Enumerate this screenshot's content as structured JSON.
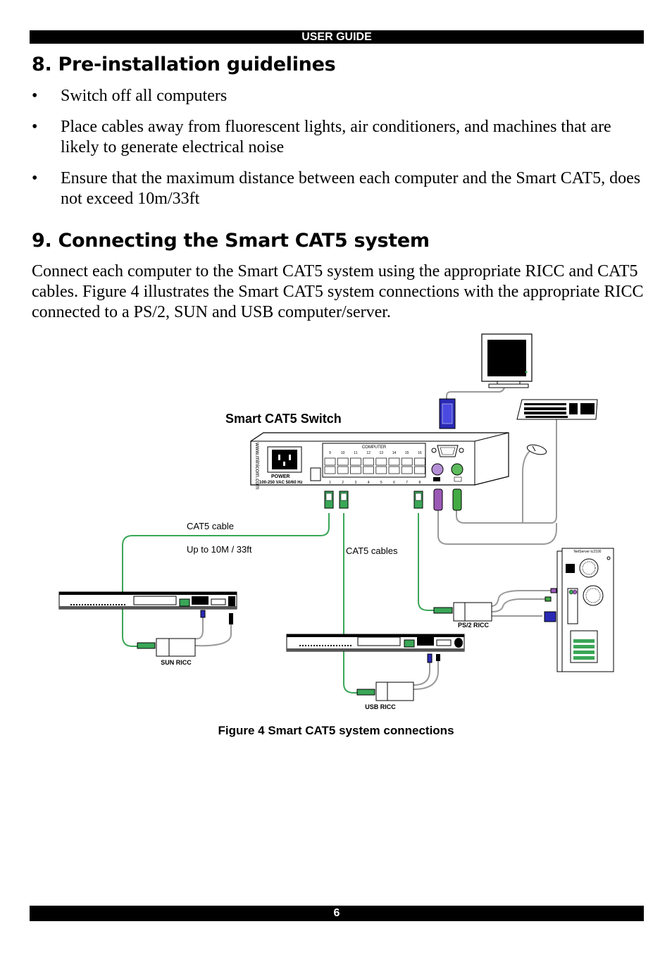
{
  "header": {
    "title": "USER GUIDE"
  },
  "section8": {
    "heading": "8. Pre-installation guidelines",
    "bullets": [
      "Switch off all computers",
      "Place cables away from fluorescent lights, air conditioners, and machines that are likely to generate electrical noise",
      "Ensure that the maximum distance between each computer and the Smart CAT5, does not exceed 10m/33ft"
    ]
  },
  "section9": {
    "heading": "9. Connecting the Smart CAT5 system",
    "paragraph": "Connect each computer to the Smart CAT5 system using the appropriate RICC and CAT5 cables. Figure 4 illustrates the Smart CAT5 system connections with the appropriate RICC connected to a PS/2, SUN and USB computer/server."
  },
  "figure": {
    "switch_title": "Smart CAT5 Switch",
    "computer_label": "COMPUTER",
    "port_top": [
      "9",
      "10",
      "11",
      "12",
      "13",
      "14",
      "15",
      "16"
    ],
    "port_bottom": [
      "1",
      "2",
      "3",
      "4",
      "5",
      "6",
      "7",
      "8"
    ],
    "power_label": "POWER",
    "power_spec": "100-250 VAC 50/60 Hz",
    "brand_url": "www.minicom.com",
    "cat5_cable": "CAT5 cable",
    "distance": "Up to 10M / 33ft",
    "cat5_cables": "CAT5 cables",
    "sun_ricc": "SUN RICC",
    "usb_ricc": "USB RICC",
    "ps2_ricc": "PS/2 RICC",
    "server_name": "NetServer tc2100",
    "caption": "Figure 4 Smart CAT5 system connections"
  },
  "footer": {
    "page_number": "6"
  },
  "colors": {
    "cable_green": "#3aa657",
    "ps2_purple": "#9b59b6",
    "ps2_green": "#44aa44",
    "vga_blue": "#2a2ab5"
  }
}
